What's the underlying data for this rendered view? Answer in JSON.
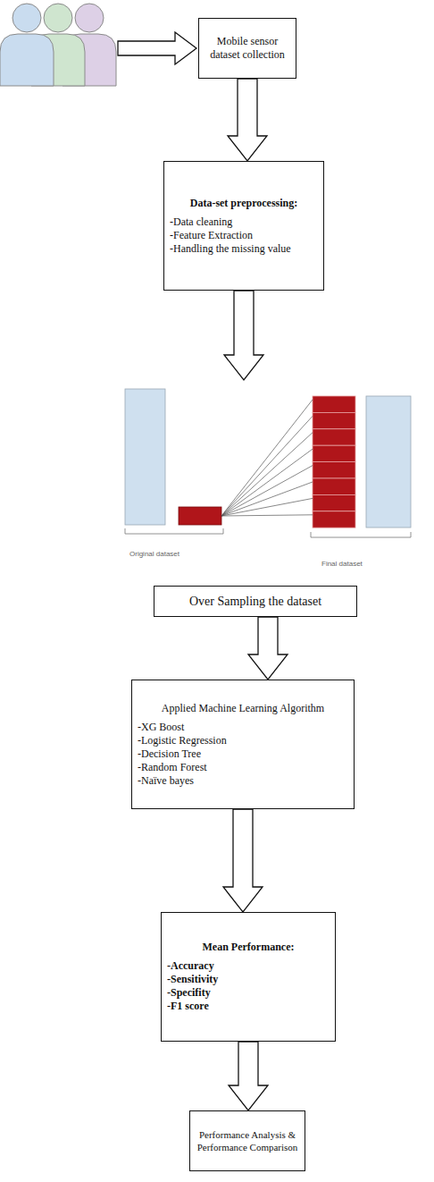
{
  "diagram": {
    "nodes": [
      {
        "text": [
          "Mobile sensor dataset collection"
        ]
      },
      {
        "text": [
          "Data-set preprocessing:",
          "-Data cleaning",
          "-Feature Extraction",
          "-Handling the missing value"
        ]
      },
      {
        "text": [
          "Over Sampling the dataset"
        ]
      },
      {
        "text": [
          "Applied Machine Learning Algorithm",
          "-XG Boost",
          "-Logistic Regression",
          "-Decision Tree",
          "-Random Forest",
          "-Naïve bayes"
        ]
      },
      {
        "text": [
          "Mean Performance:",
          "-Accuracy",
          "-Sensitivity",
          "-Specifity",
          "-F1 score"
        ]
      },
      {
        "text": [
          "Performance Analysis & Performance Comparison"
        ]
      }
    ],
    "edges": [
      {
        "from": 0,
        "to": 1,
        "arrow": "to"
      },
      {
        "from": 1,
        "to": 2,
        "arrow": "to"
      },
      {
        "from": 2,
        "to": 3,
        "arrow": "to"
      },
      {
        "from": 3,
        "to": 4,
        "arrow": "to"
      },
      {
        "from": 4,
        "to": 5,
        "arrow": "to"
      }
    ],
    "labels": [
      "Original dataset",
      "Final dataset"
    ]
  }
}
